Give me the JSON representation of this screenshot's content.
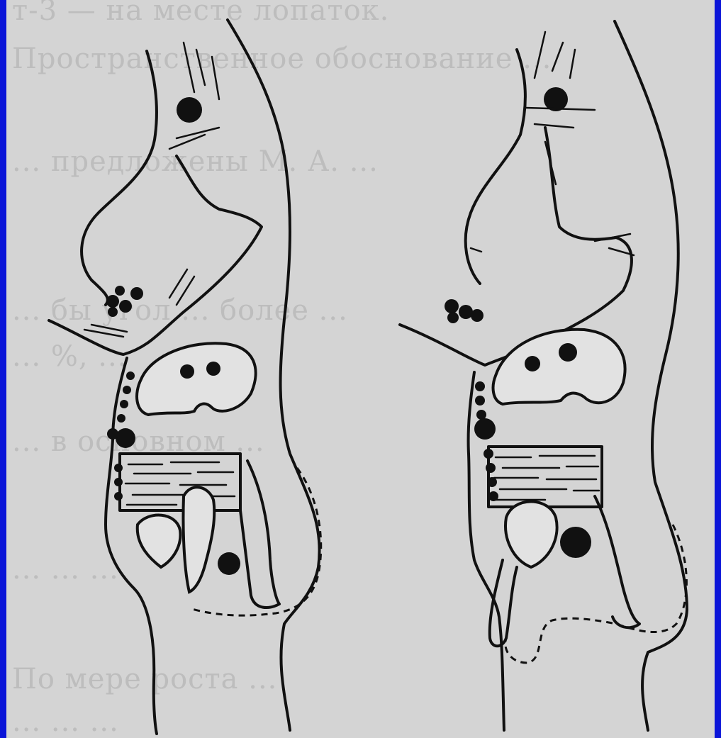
{
  "background_text": {
    "lines": [
      "т-3 — на месте лопаток.",
      "Пространственное обоснование ...",
      "... предложены М. А. ...",
      "... бы угол ... более ...",
      "... %, ... ",
      "... в основном ...",
      "... ... ...",
      "По мере роста ...",
      "... ... ..."
    ]
  },
  "figure": {
    "panels": [
      "left-figure",
      "right-figure"
    ]
  },
  "colors": {
    "border": "#0a14d8",
    "paper": "#d4d4d4",
    "ink": "#111111"
  }
}
